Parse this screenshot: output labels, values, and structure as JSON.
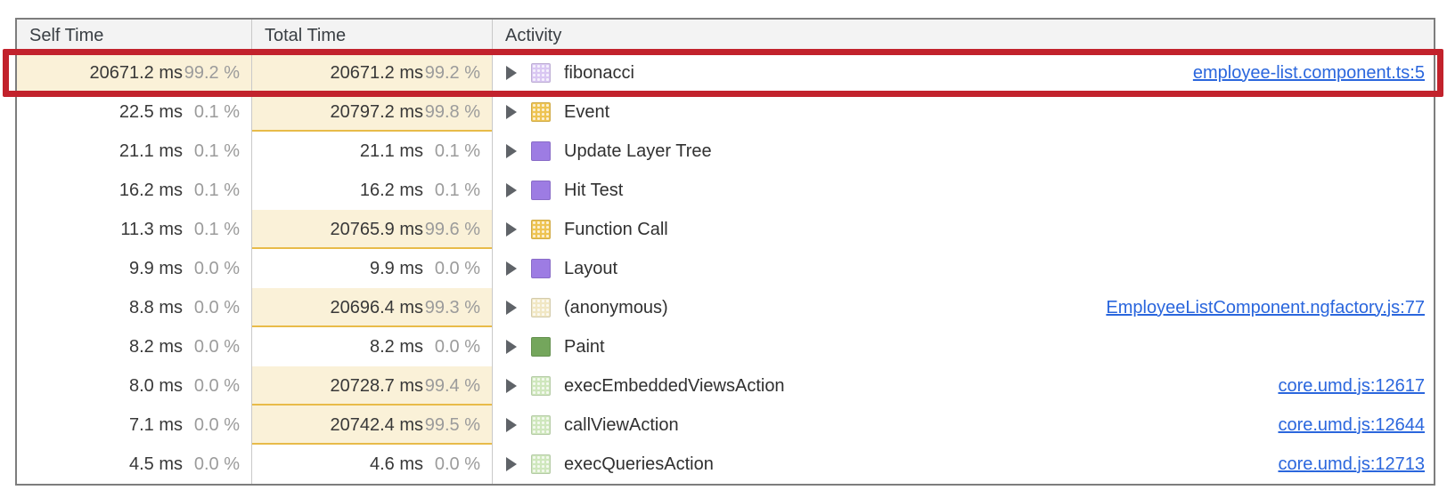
{
  "header": {
    "self": "Self Time",
    "total": "Total Time",
    "activity": "Activity"
  },
  "annotation": {
    "color": "#c2222c"
  },
  "colors": {
    "highlight_bg": "#faf1d8",
    "highlight_border": "#e8bb49",
    "link_blue": "#2a66dd",
    "header_bg": "#f3f3f3"
  },
  "rows": [
    {
      "self_ms": "20671.2 ms",
      "self_pct": "99.2 %",
      "total_ms": "20671.2 ms",
      "total_pct": "99.2 %",
      "activity": "fibonacci",
      "swatch_color": "#d9c7f2",
      "link": "employee-list.component.ts:5"
    },
    {
      "self_ms": "22.5 ms",
      "self_pct": "0.1 %",
      "total_ms": "20797.2 ms",
      "total_pct": "99.8 %",
      "activity": "Event",
      "swatch_color": "#eec453",
      "link": ""
    },
    {
      "self_ms": "21.1 ms",
      "self_pct": "0.1 %",
      "total_ms": "21.1 ms",
      "total_pct": "0.1 %",
      "activity": "Update Layer Tree",
      "swatch_color": "#9d7ce3",
      "link": ""
    },
    {
      "self_ms": "16.2 ms",
      "self_pct": "0.1 %",
      "total_ms": "16.2 ms",
      "total_pct": "0.1 %",
      "activity": "Hit Test",
      "swatch_color": "#9d7ce3",
      "link": ""
    },
    {
      "self_ms": "11.3 ms",
      "self_pct": "0.1 %",
      "total_ms": "20765.9 ms",
      "total_pct": "99.6 %",
      "activity": "Function Call",
      "swatch_color": "#eec453",
      "link": ""
    },
    {
      "self_ms": "9.9 ms",
      "self_pct": "0.0 %",
      "total_ms": "9.9 ms",
      "total_pct": "0.0 %",
      "activity": "Layout",
      "swatch_color": "#9d7ce3",
      "link": ""
    },
    {
      "self_ms": "8.8 ms",
      "self_pct": "0.0 %",
      "total_ms": "20696.4 ms",
      "total_pct": "99.3 %",
      "activity": "(anonymous)",
      "swatch_color": "#f1e7c4",
      "link": "EmployeeListComponent.ngfactory.js:77"
    },
    {
      "self_ms": "8.2 ms",
      "self_pct": "0.0 %",
      "total_ms": "8.2 ms",
      "total_pct": "0.0 %",
      "activity": "Paint",
      "swatch_color": "#74a65c",
      "link": ""
    },
    {
      "self_ms": "8.0 ms",
      "self_pct": "0.0 %",
      "total_ms": "20728.7 ms",
      "total_pct": "99.4 %",
      "activity": "execEmbeddedViewsAction",
      "swatch_color": "#cfe7bd",
      "link": "core.umd.js:12617"
    },
    {
      "self_ms": "7.1 ms",
      "self_pct": "0.0 %",
      "total_ms": "20742.4 ms",
      "total_pct": "99.5 %",
      "activity": "callViewAction",
      "swatch_color": "#cfe7bd",
      "link": "core.umd.js:12644"
    },
    {
      "self_ms": "4.5 ms",
      "self_pct": "0.0 %",
      "total_ms": "4.6 ms",
      "total_pct": "0.0 %",
      "activity": "execQueriesAction",
      "swatch_color": "#cfe7bd",
      "link": "core.umd.js:12713"
    }
  ]
}
